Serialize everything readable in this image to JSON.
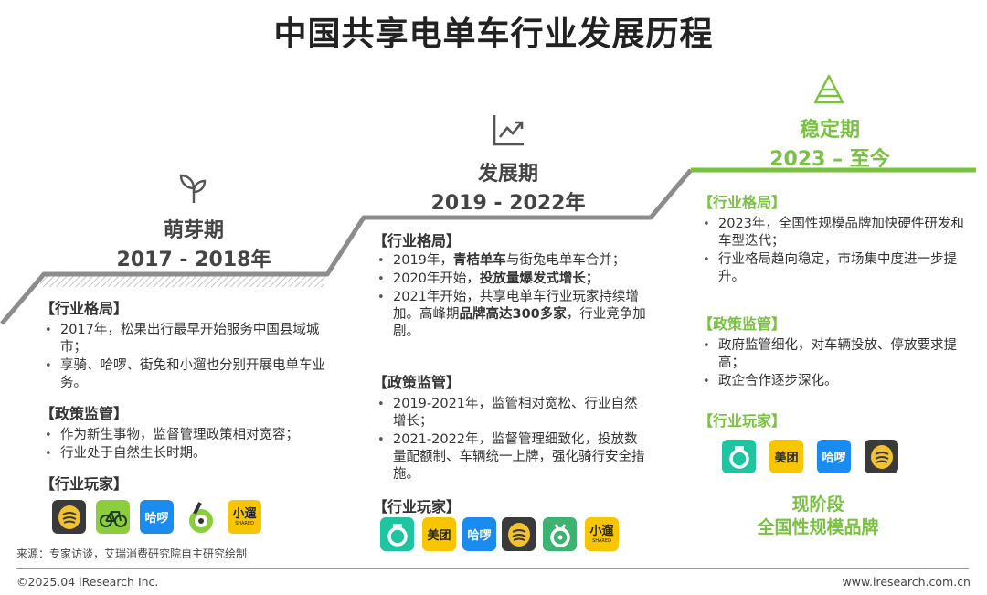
{
  "title": "中国共享电单车行业发展历程",
  "colors": {
    "accent": "#7ac143",
    "gray": "#8c8c8c",
    "text": "#333333"
  },
  "phases": [
    {
      "icon": "sprout-icon",
      "name": "萌芽期",
      "years": "2017 - 2018年",
      "pattern_h": "【行业格局】",
      "pattern": [
        "2017年，松果出行最早开始服务中国县域城市；",
        "享骑、哈啰、街兔和小遛也分别开展电单车业务。"
      ],
      "policy_h": "【政策监管】",
      "policy": [
        "作为新生事物，监督管理政策相对宽容；",
        "行业处于自然生长时期。"
      ],
      "players_h": "【行业玩家】"
    },
    {
      "icon": "line-chart-icon",
      "name": "发展期",
      "years": "2019 - 2022年",
      "pattern_h": "【行业格局】",
      "p1a": "2019年，",
      "p1b": "青桔单车",
      "p1c": "与街兔电单车合并；",
      "p2a": "2020年开始，",
      "p2b": "投放量爆发式增长；",
      "p3a": "2021年开始，共享电单车行业玩家持续增加。高峰期",
      "p3b": "品牌高达300多家",
      "p3c": "，行业竞争加剧。",
      "policy_h": "【政策监管】",
      "policy": [
        "2019-2021年，监管相对宽松、行业自然增长；",
        "2021-2022年，监督管理细致化，投放数量配额制、车辆统一上牌，强化骑行安全措施。"
      ],
      "players_h": "【行业玩家】"
    },
    {
      "icon": "pyramid-icon",
      "name": "稳定期",
      "years": "2023 – 至今",
      "pattern_h": "【行业格局】",
      "pattern": [
        "2023年，全国性规模品牌加快硬件研发和车型迭代；",
        "行业格局趋向稳定，市场集中度进一步提升。"
      ],
      "policy_h": "【政策监管】",
      "policy": [
        "政府监管细化，对车辆投放、停放要求提高；",
        "政企合作逐步深化。"
      ],
      "players_h": "【行业玩家】",
      "stage_line1": "现阶段",
      "stage_line2": "全国性规模品牌"
    }
  ],
  "logos": {
    "haluo": "哈啰",
    "meituan": "美团",
    "xiaoliu": "小遛",
    "xiaoliu_sub": "SHARED"
  },
  "source": "来源：专家访谈，艾瑞消费研究院自主研究绘制",
  "copyright": "©2025.04 iResearch Inc.",
  "website": "www.iresearch.com.cn"
}
